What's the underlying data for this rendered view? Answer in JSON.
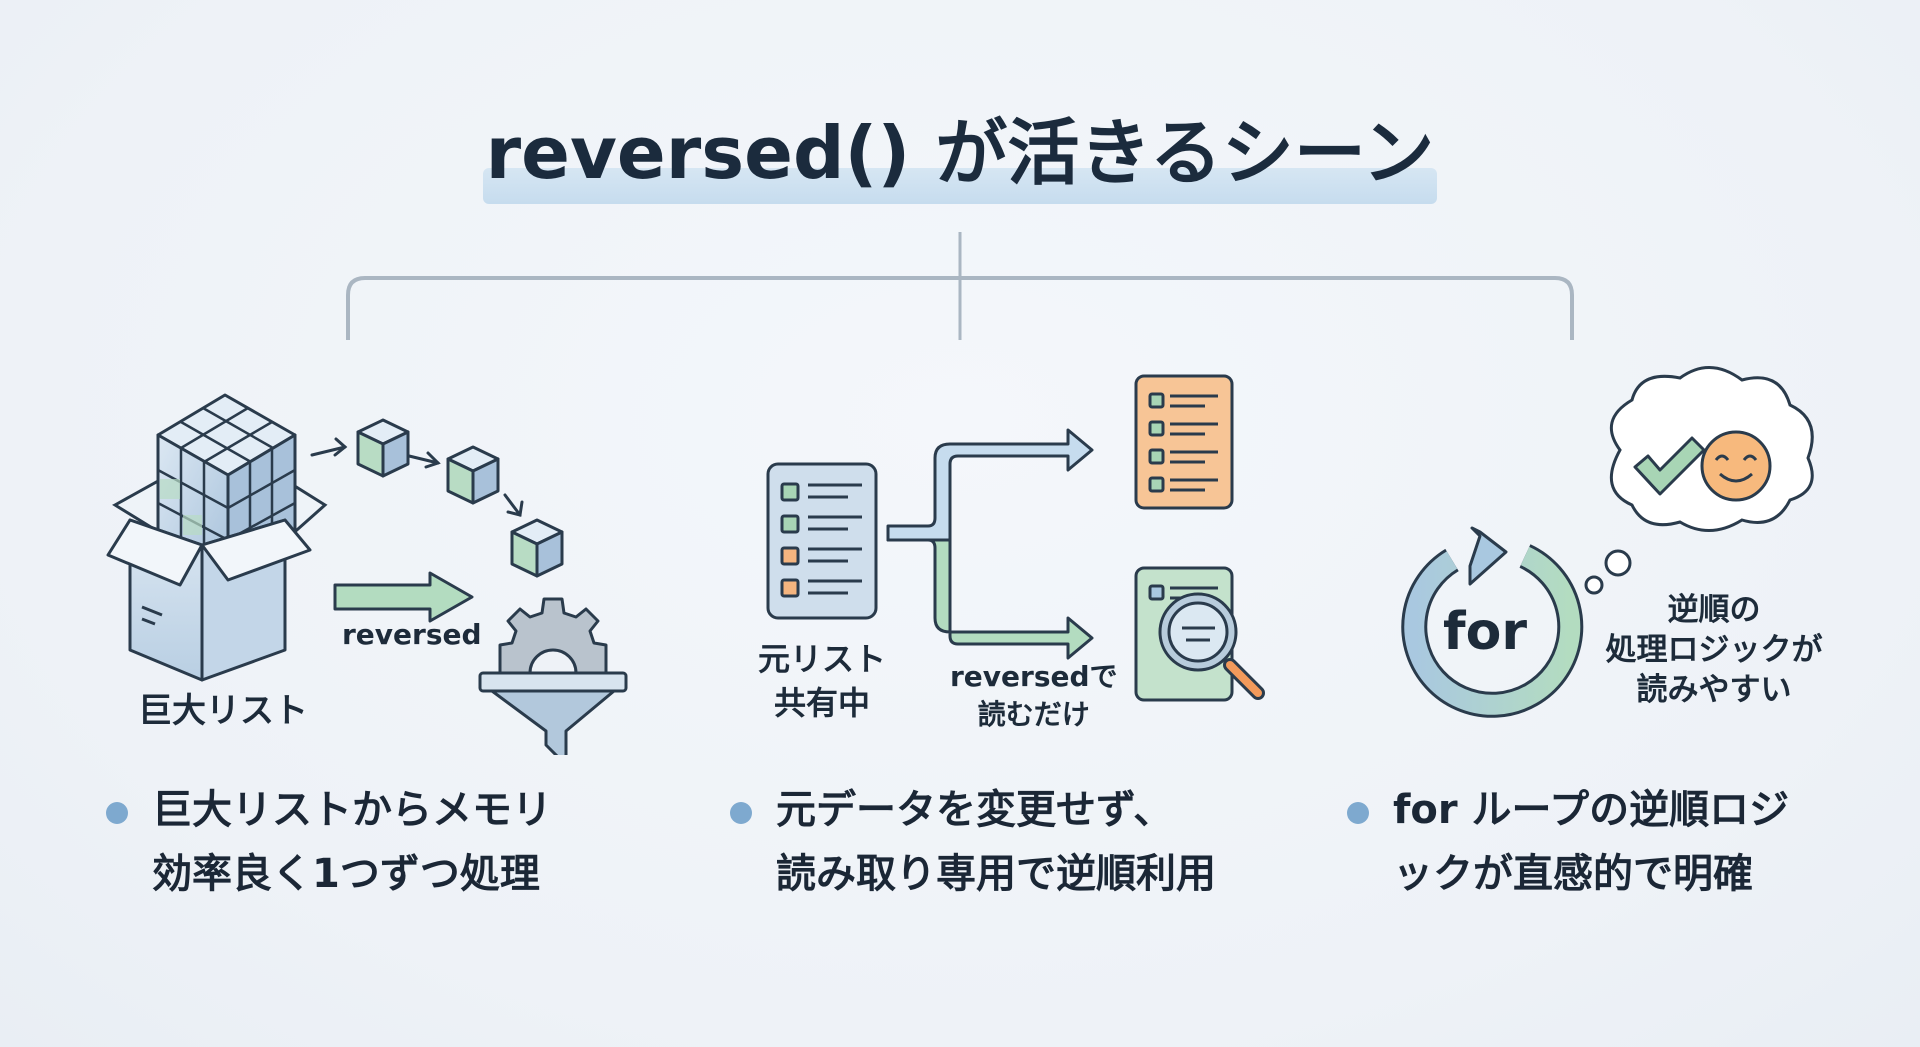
{
  "title": "reversed() が活きるシーン",
  "colors": {
    "accent_blue": "#7ea9cf",
    "accent_green": "#a8d5b5",
    "accent_orange": "#f5b57f",
    "ink": "#1b2b3d",
    "connector": "#aab6c2"
  },
  "scenes": [
    {
      "illustration_labels": {
        "main": "巨大リスト",
        "arrow": "reversed"
      },
      "icons": [
        "box-of-cubes-icon",
        "cube-icon",
        "gear-funnel-icon"
      ],
      "bullet_lines": [
        "巨大リストからメモリ",
        "効率良く1つずつ処理"
      ]
    },
    {
      "illustration_labels": {
        "source_line1": "元リスト",
        "source_line2": "共有中",
        "arrow_line1": "reversedで",
        "arrow_line2": "読むだけ"
      },
      "icons": [
        "list-document-icon",
        "split-arrow-icon",
        "magnifier-icon"
      ],
      "bullet_lines": [
        "元データを変更せず、",
        "読み取り専用で逆順利用"
      ]
    },
    {
      "illustration_labels": {
        "loop": "for",
        "caption_line1": "逆順の",
        "caption_line2": "処理ロジックが",
        "caption_line3": "読みやすい"
      },
      "icons": [
        "loop-arrow-icon",
        "thought-cloud-icon",
        "checkmark-icon",
        "smiley-icon"
      ],
      "bullet_lines": [
        "for ループの逆順ロジ",
        "ックが直感的で明確"
      ]
    }
  ]
}
